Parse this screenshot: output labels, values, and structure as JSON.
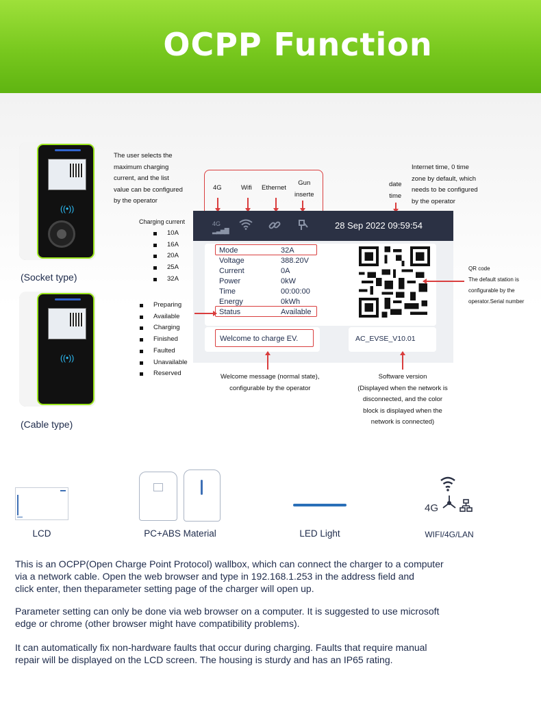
{
  "banner": {
    "title": "OCPP Function"
  },
  "devices": {
    "socket_caption": "(Socket type)",
    "cable_caption": "(Cable type)"
  },
  "annotations": {
    "max_current": [
      "The user selects the",
      "maximum charging",
      "current, and the list",
      "value can be configured",
      "by the operator"
    ],
    "charging_current_label": "Charging current",
    "currents": [
      "10A",
      "16A",
      "20A",
      "25A",
      "32A"
    ],
    "statuses": [
      "Preparing",
      "Available",
      "Charging",
      "Finished",
      "Faulted",
      "Unavailable",
      "Reserved"
    ],
    "icons": {
      "g4": "4G",
      "wifi": "Wifi",
      "ethernet": "Ethernet",
      "gun": [
        "Gun",
        "inserte"
      ]
    },
    "date_time": [
      "date",
      "time"
    ],
    "internet_time": [
      "Internet  time,  0  time",
      "zone by default, which",
      "needs to be configured",
      "by the operator"
    ],
    "qr": [
      "QR code",
      "The default station is",
      "configurable by the",
      "operator.Serial number"
    ],
    "welcome_note": [
      "Welcome message (normal state),",
      "configurable by the operator"
    ],
    "software_note": [
      "Software version",
      "(Displayed when the network is",
      "disconnected, and the color",
      "block is displayed when the",
      "network is connected)"
    ]
  },
  "panel": {
    "signal_text": "4G",
    "date": "28 Sep 2022 09:59:54",
    "rows": [
      {
        "key": "Mode",
        "value": "32A"
      },
      {
        "key": "Voltage",
        "value": "388.20V"
      },
      {
        "key": "Current",
        "value": "0A"
      },
      {
        "key": "Power",
        "value": "0kW"
      },
      {
        "key": "Time",
        "value": "00:00:00"
      },
      {
        "key": "Energy",
        "value": "0kWh"
      },
      {
        "key": "Status",
        "value": "Available"
      }
    ],
    "welcome": "Welcome to charge EV.",
    "version": "AC_EVSE_V10.01"
  },
  "features": {
    "lcd": "LCD",
    "material": "PC+ABS Material",
    "led": "LED Light",
    "network": "WIFI/4G/LAN",
    "network_4g": "4G"
  },
  "paragraphs": [
    [
      "This is an OCPP(Open Charge Point Protocol) wallbox, which can connect the charger to a computer",
      "via a network cable. Open the web browser and type in 192.168.1.253 in the address field and",
      "click enter, then theparameter setting page of the charger will open up."
    ],
    [
      "Parameter setting can only be done via web browser on a computer. It is suggested to use microsoft",
      "edge or chrome (other browser might have compatibility problems)."
    ],
    [
      "It can automatically fix non-hardware faults that occur during charging. Faults that require manual",
      "repair will be displayed on the LCD screen. The housing is sturdy and has an IP65 rating."
    ]
  ],
  "colors": {
    "accent_green": "#78c81e",
    "annotation_red": "#d93d3d",
    "panel_header": "#2b3144",
    "text_navy": "#1d2a4a"
  }
}
